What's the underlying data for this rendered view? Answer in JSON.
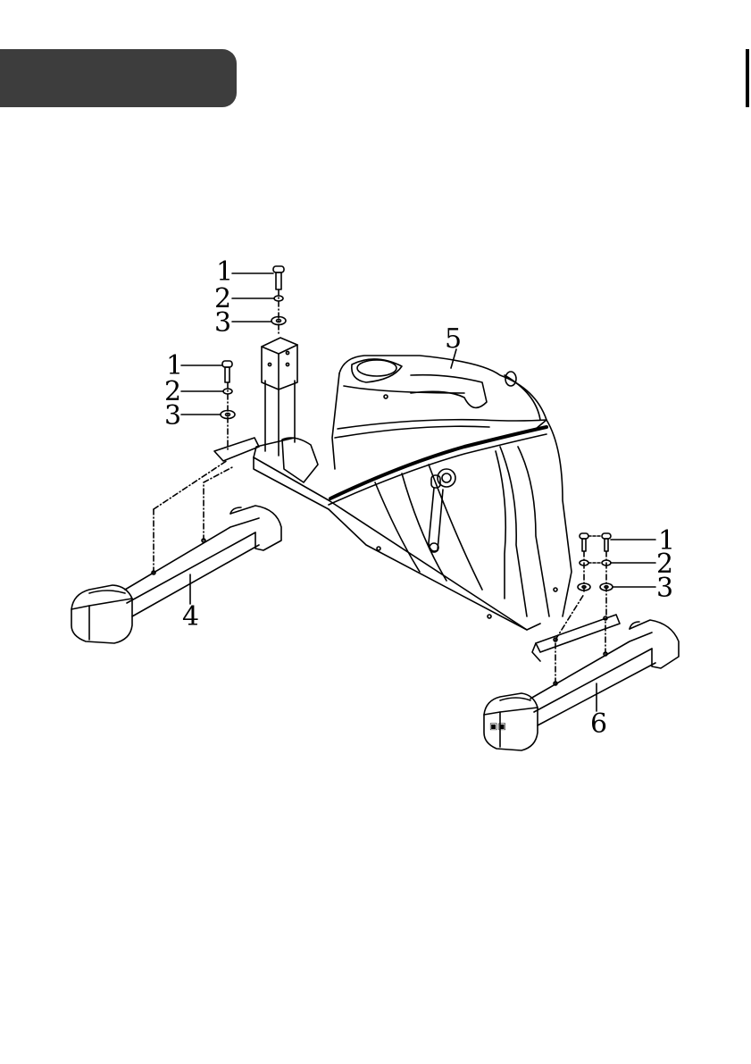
{
  "diagram": {
    "callouts": {
      "bolt_top": "1",
      "spring_washer_top": "2",
      "flat_washer_top": "3",
      "bolt_left": "1",
      "spring_washer_left": "2",
      "flat_washer_left": "3",
      "main_frame": "5",
      "front_stabilizer": "4",
      "bolt_right": "1",
      "spring_washer_right": "2",
      "flat_washer_right": "3",
      "rear_stabilizer": "6"
    }
  }
}
